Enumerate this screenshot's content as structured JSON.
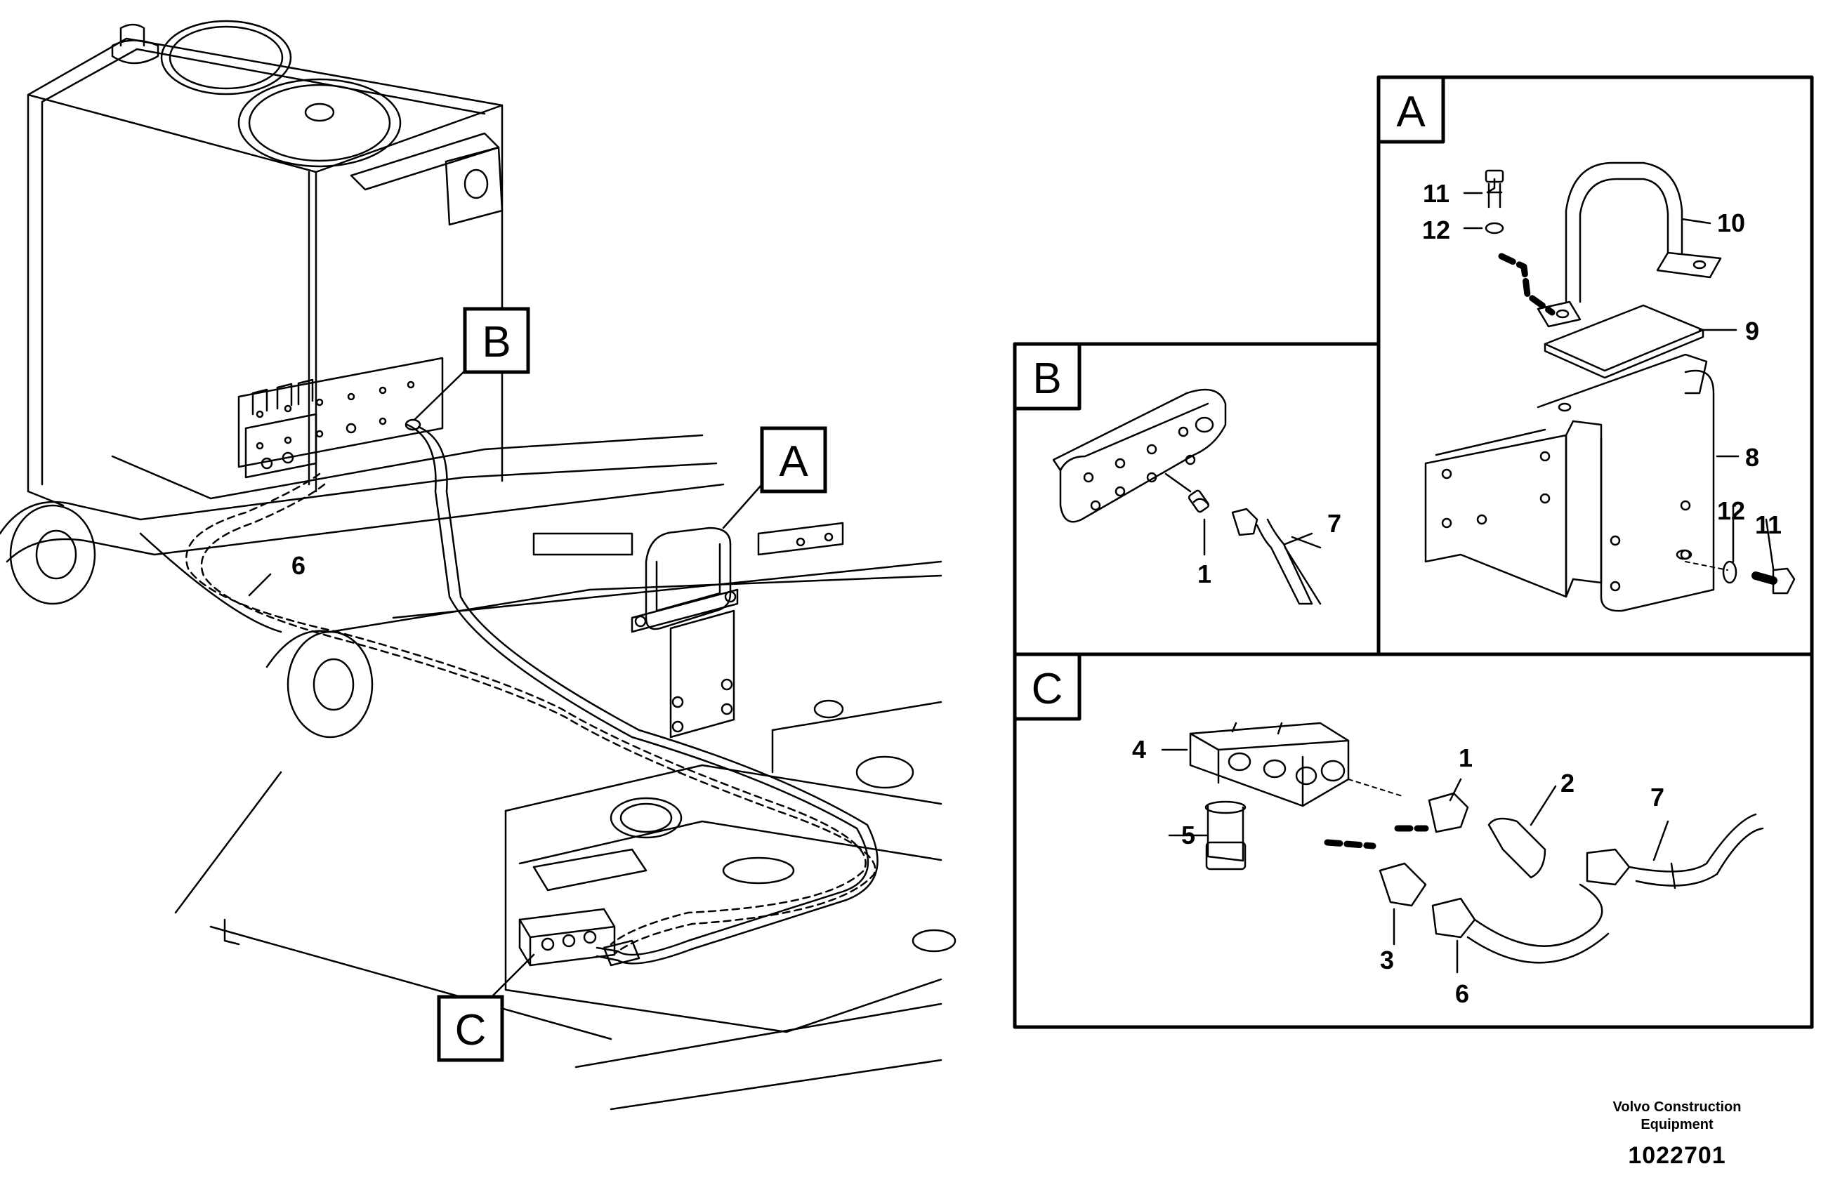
{
  "overview": {
    "tags": {
      "A": "A",
      "B": "B",
      "C": "C"
    },
    "hose_label": "6"
  },
  "detail_A": {
    "tag": "A",
    "callouts": {
      "bolt_top": "11",
      "washer_top": "12",
      "handle": "10",
      "plate": "9",
      "bracket": "8",
      "washer_side": "12",
      "bolt_side": "11"
    }
  },
  "detail_B": {
    "tag": "B",
    "callouts": {
      "adapter": "1",
      "hose": "7"
    }
  },
  "detail_C": {
    "tag": "C",
    "callouts": {
      "block": "4",
      "screw": "5",
      "adapter_top": "1",
      "elbow": "2",
      "hose_top": "7",
      "adapter_bottom": "3",
      "hose_bottom": "6"
    }
  },
  "footer": {
    "company_line1": "Volvo Construction",
    "company_line2": "Equipment",
    "doc_number": "1022701"
  }
}
